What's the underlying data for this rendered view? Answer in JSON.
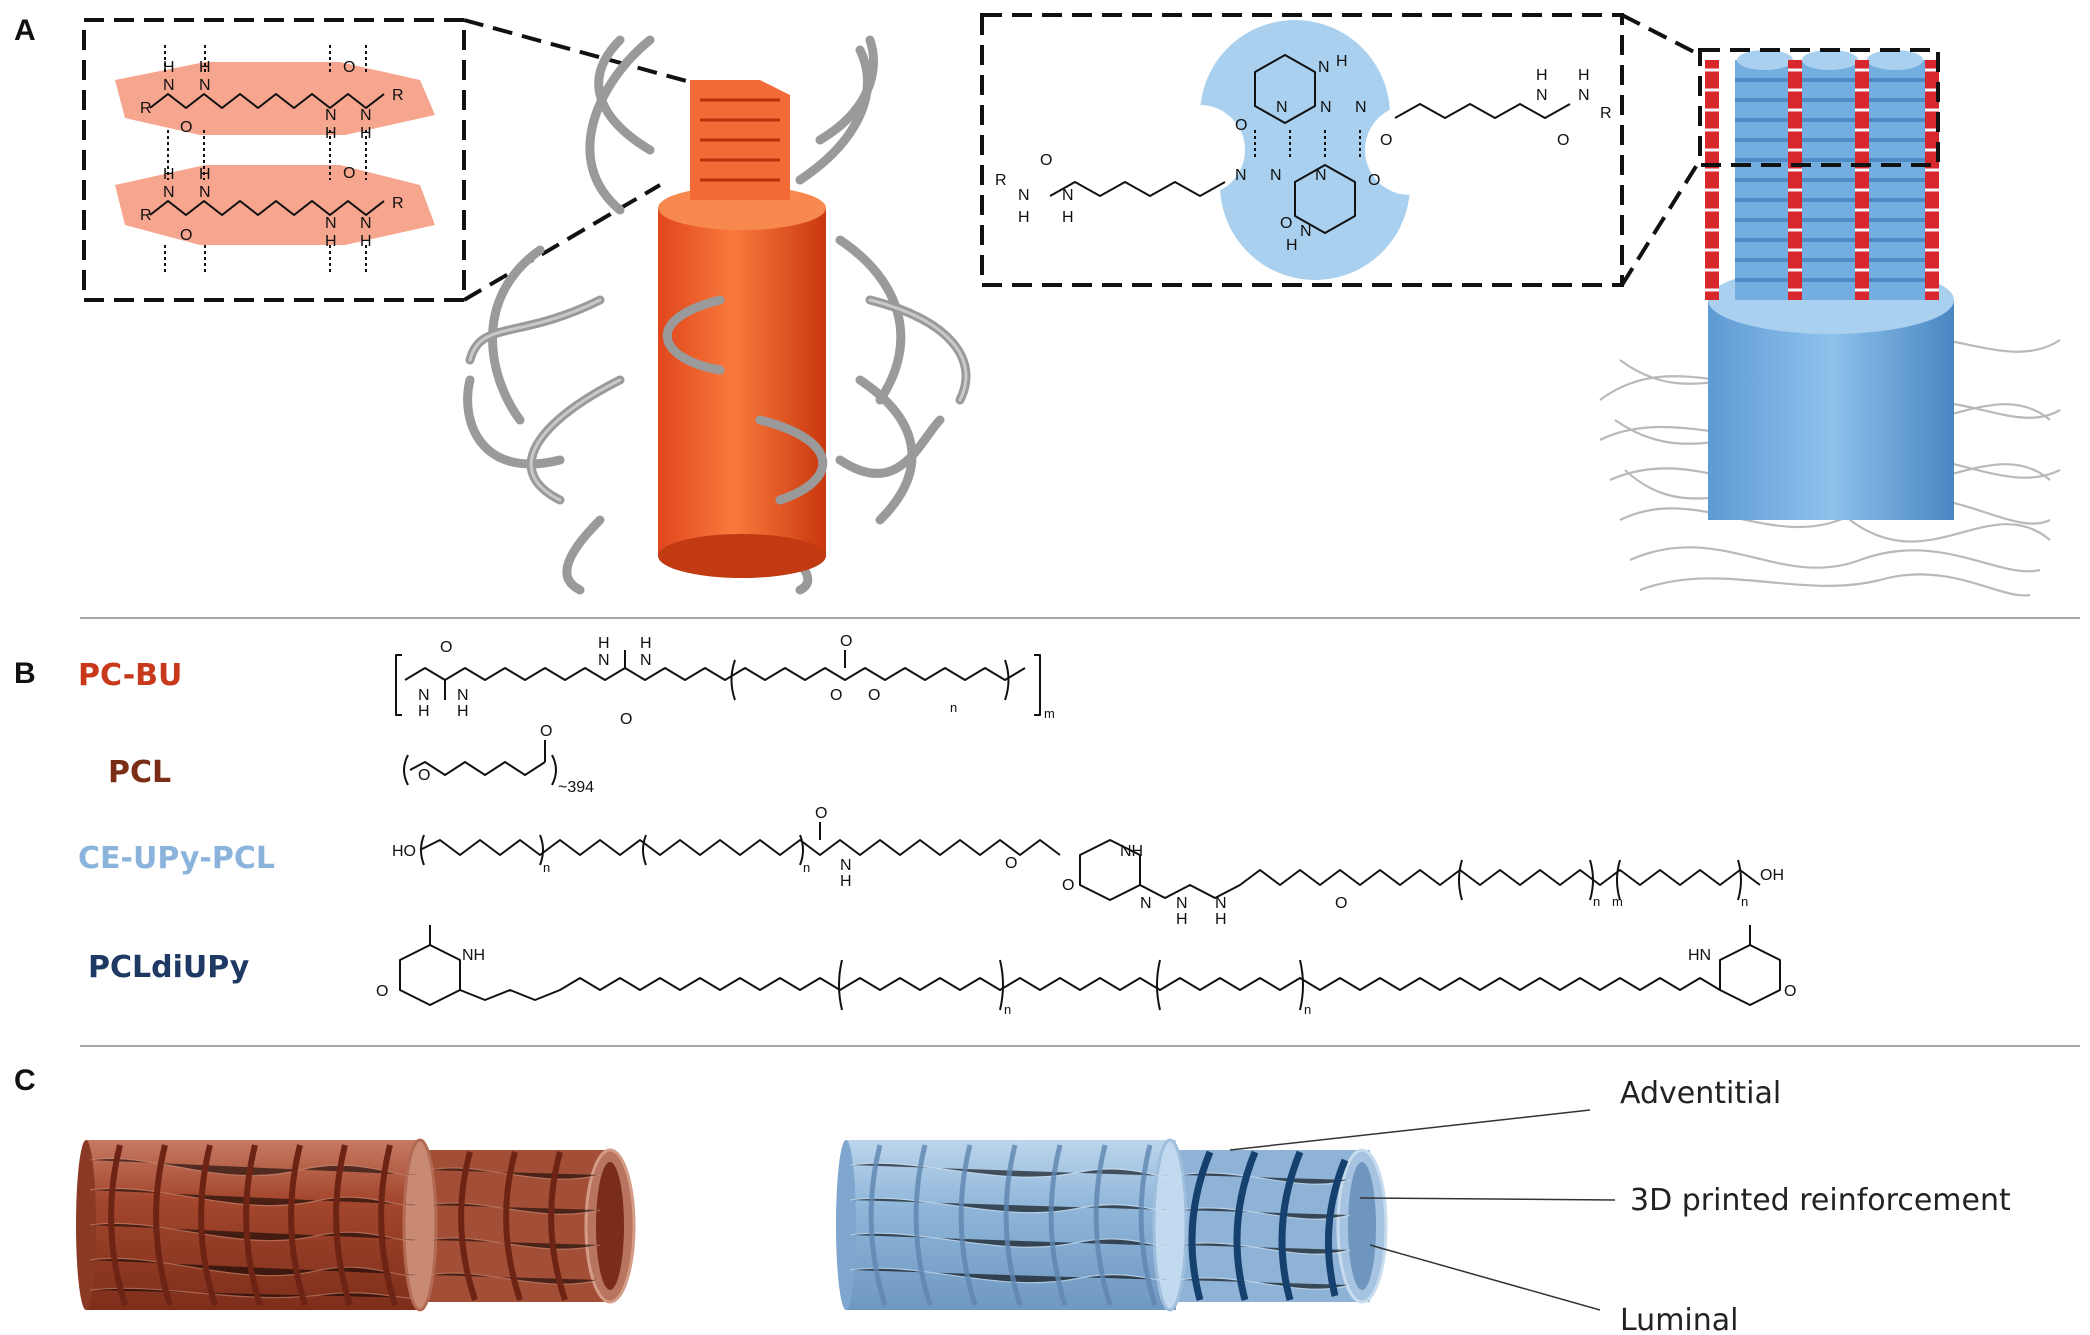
{
  "panels": {
    "a": {
      "letter": "A"
    },
    "b": {
      "letter": "B"
    },
    "c": {
      "letter": "C"
    }
  },
  "polymers": [
    {
      "name": "PC-BU",
      "color": "#c8381b"
    },
    {
      "name": "PCL",
      "color": "#7a2e16"
    },
    {
      "name": "CE-UPy-PCL",
      "color": "#8ab4dc"
    },
    {
      "name": "PCLdiUPy",
      "color": "#1e3a64"
    }
  ],
  "chemistry": {
    "bu_atoms": {
      "h": "H",
      "n": "N",
      "o": "O",
      "r": "R"
    },
    "pcl_repeat": "~394",
    "subscripts": {
      "n": "n",
      "m": "m"
    },
    "end_groups": {
      "ho": "HO",
      "oh": "OH",
      "nh": "NH",
      "hn": "HN"
    }
  },
  "callouts": {
    "adventitial": "Adventitial",
    "reinforcement": "3D printed reinforcement",
    "luminal": "Luminal"
  },
  "colors": {
    "bu_stack": "#f26a35",
    "bu_highlight": "#f08a6a",
    "upy_blue": "#a9d1ef",
    "upy_stack": "#74aee0",
    "upy_red": "#d9272e",
    "graft_brown": "#a04a35",
    "graft_blue": "#8fb6d9",
    "coil_dark_blue": "#16406e"
  }
}
